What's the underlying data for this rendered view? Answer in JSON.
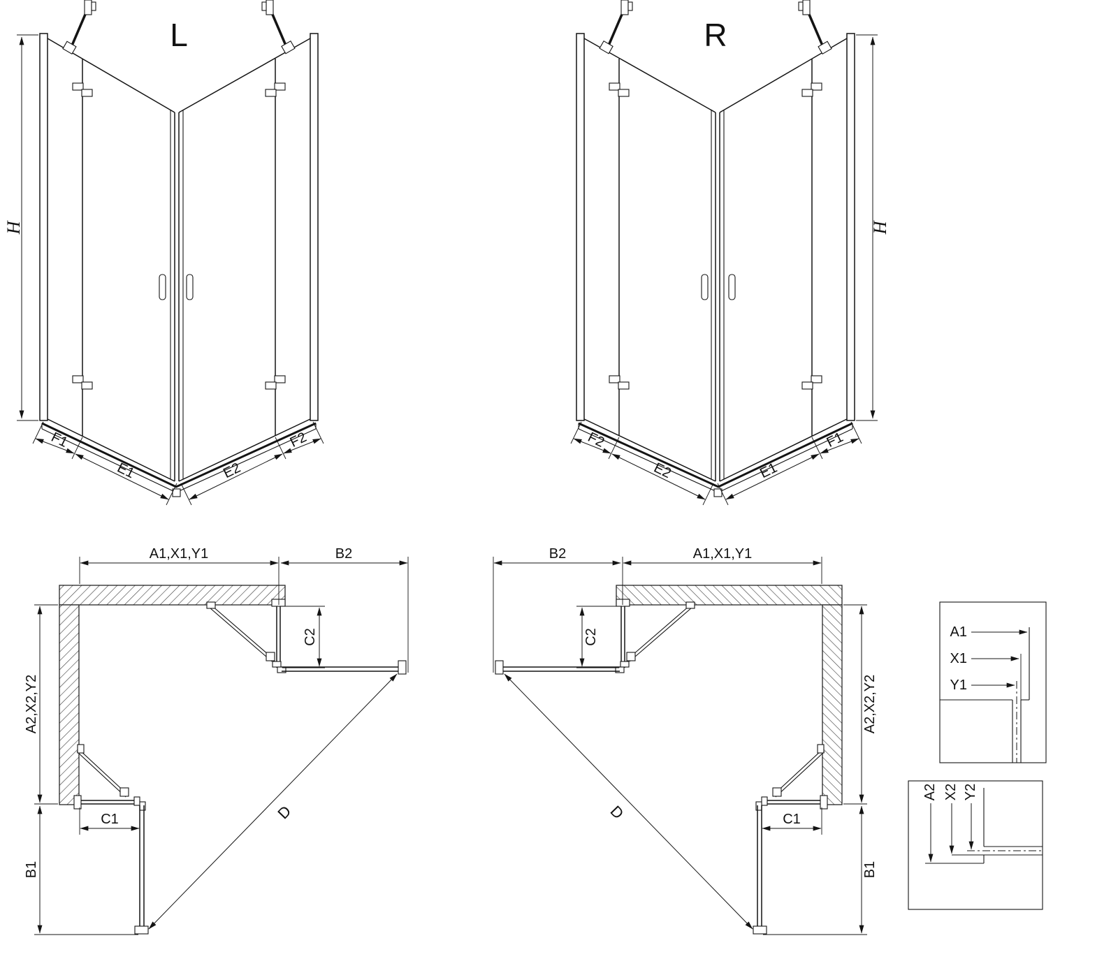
{
  "page": {
    "background": "#ffffff",
    "line_color": "#141414"
  },
  "views": {
    "perspective_left": {
      "title": "L"
    },
    "perspective_right": {
      "title": "R"
    },
    "dimension_labels": {
      "h": "H",
      "f1": "F1",
      "f2": "F2",
      "e1": "E1",
      "e2": "E2",
      "a1_group": "A1,X1,Y1",
      "a2_group": "A2,X2,Y2",
      "b1": "B1",
      "b2": "B2",
      "c1": "C1",
      "c2": "C2",
      "d": "D"
    },
    "detail_top": {
      "a1": "A1",
      "x1": "X1",
      "y1": "Y1"
    },
    "detail_bottom": {
      "a2": "A2",
      "x2": "X2",
      "y2": "Y2"
    }
  }
}
